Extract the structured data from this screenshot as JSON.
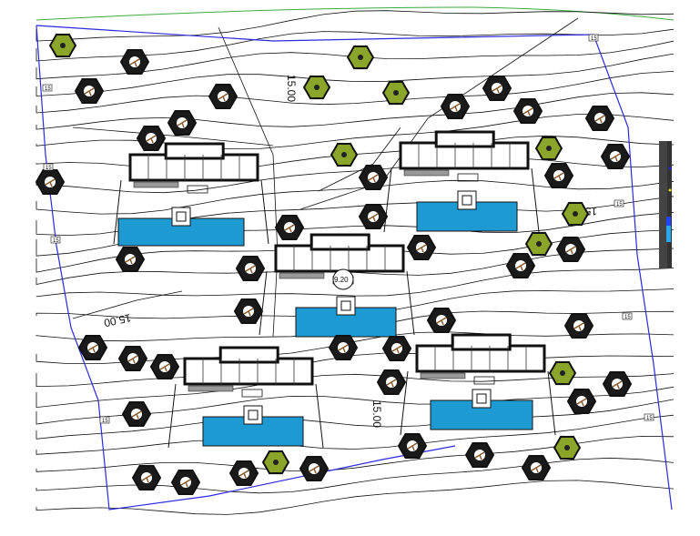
{
  "drawing": {
    "type": "site-plan",
    "dimension_labels": [
      "15.00",
      "15.00",
      "15.00",
      "15"
    ],
    "level_marker": "9.20",
    "elevation_tags": [
      "15",
      "15",
      "15",
      "15",
      "15",
      "15",
      "15",
      "15"
    ],
    "units": 5
  },
  "colors": {
    "boundary": "#2a2ae0",
    "top_line": "#3cab3c",
    "pool": "#1e9ad2",
    "green_tree": "#8aa52a",
    "contour": "#111111"
  }
}
